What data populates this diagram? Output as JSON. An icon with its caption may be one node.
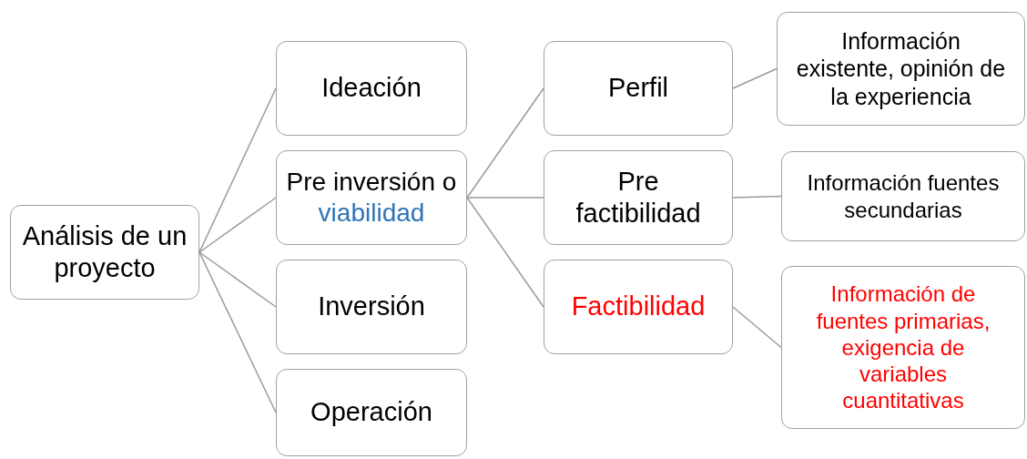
{
  "diagram": {
    "nodes": [
      {
        "text": [
          "Análisis de un proyecto"
        ]
      },
      {
        "text": [
          "Ideación"
        ]
      },
      {
        "text": [
          "Pre inversión o viabilidad"
        ]
      },
      {
        "text": [
          "Inversión"
        ]
      },
      {
        "text": [
          "Operación"
        ]
      },
      {
        "text": [
          "Perfil"
        ]
      },
      {
        "text": [
          "Pre factibilidad"
        ]
      },
      {
        "text": [
          "Factibilidad"
        ]
      },
      {
        "text": [
          "Información existente, opinión de la experiencia"
        ]
      },
      {
        "text": [
          "Información fuentes secundarias"
        ]
      },
      {
        "text": [
          "Información de fuentes primarias, exigencia de variables cuantitativas"
        ]
      }
    ],
    "edges": [
      {
        "from": 0,
        "to": 1,
        "arrow": "none"
      },
      {
        "from": 0,
        "to": 2,
        "arrow": "none"
      },
      {
        "from": 0,
        "to": 3,
        "arrow": "none"
      },
      {
        "from": 0,
        "to": 4,
        "arrow": "none"
      },
      {
        "from": 2,
        "to": 5,
        "arrow": "none"
      },
      {
        "from": 2,
        "to": 6,
        "arrow": "none"
      },
      {
        "from": 2,
        "to": 7,
        "arrow": "none"
      },
      {
        "from": 5,
        "to": 8,
        "arrow": "none"
      },
      {
        "from": 6,
        "to": 9,
        "arrow": "none"
      },
      {
        "from": 7,
        "to": 10,
        "arrow": "none"
      }
    ]
  }
}
